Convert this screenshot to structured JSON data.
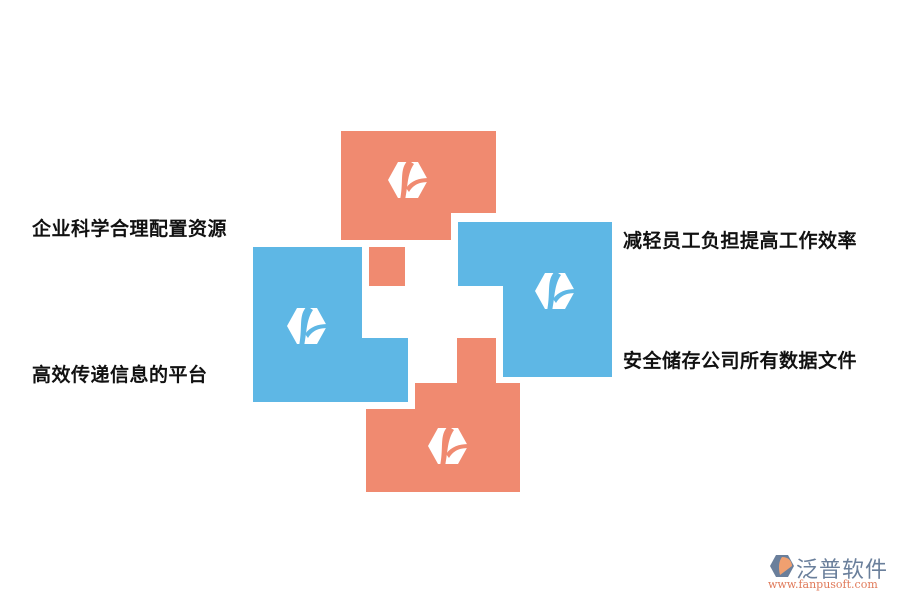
{
  "diagram": {
    "colors": {
      "salmon": "#f08a70",
      "blue": "#5eb7e5",
      "text": "#111111"
    },
    "labels": {
      "top_left": "企业科学合理配置资源",
      "bottom_left": "高效传递信息的平台",
      "top_right": "减轻员工负担提高工作效率",
      "bottom_right": "安全储存公司所有数据文件"
    },
    "icons": [
      "fanpu-hexagon-icon",
      "fanpu-hexagon-icon",
      "fanpu-hexagon-icon",
      "fanpu-hexagon-icon"
    ]
  },
  "watermark": {
    "brand": "泛普软件",
    "url": "www.fanpusoft.com"
  }
}
